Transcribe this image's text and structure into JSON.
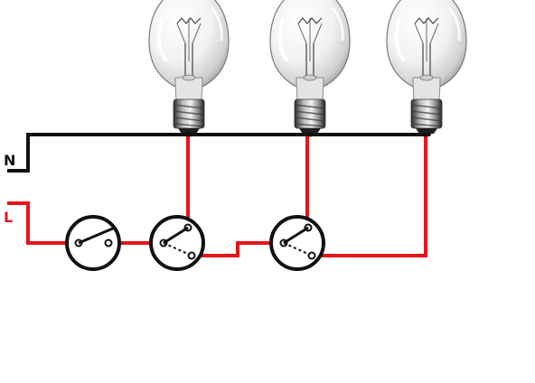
{
  "labels": {
    "neutral": "N",
    "live": "L"
  },
  "colors": {
    "neutral_wire": "#111111",
    "live_wire": "#e8141c",
    "live_label": "#e8141c",
    "neutral_label": "#111111"
  },
  "components": {
    "lamps": [
      "bulb",
      "bulb",
      "bulb"
    ],
    "switches": [
      "one-way-switch",
      "two-way-switch",
      "two-way-switch"
    ]
  }
}
